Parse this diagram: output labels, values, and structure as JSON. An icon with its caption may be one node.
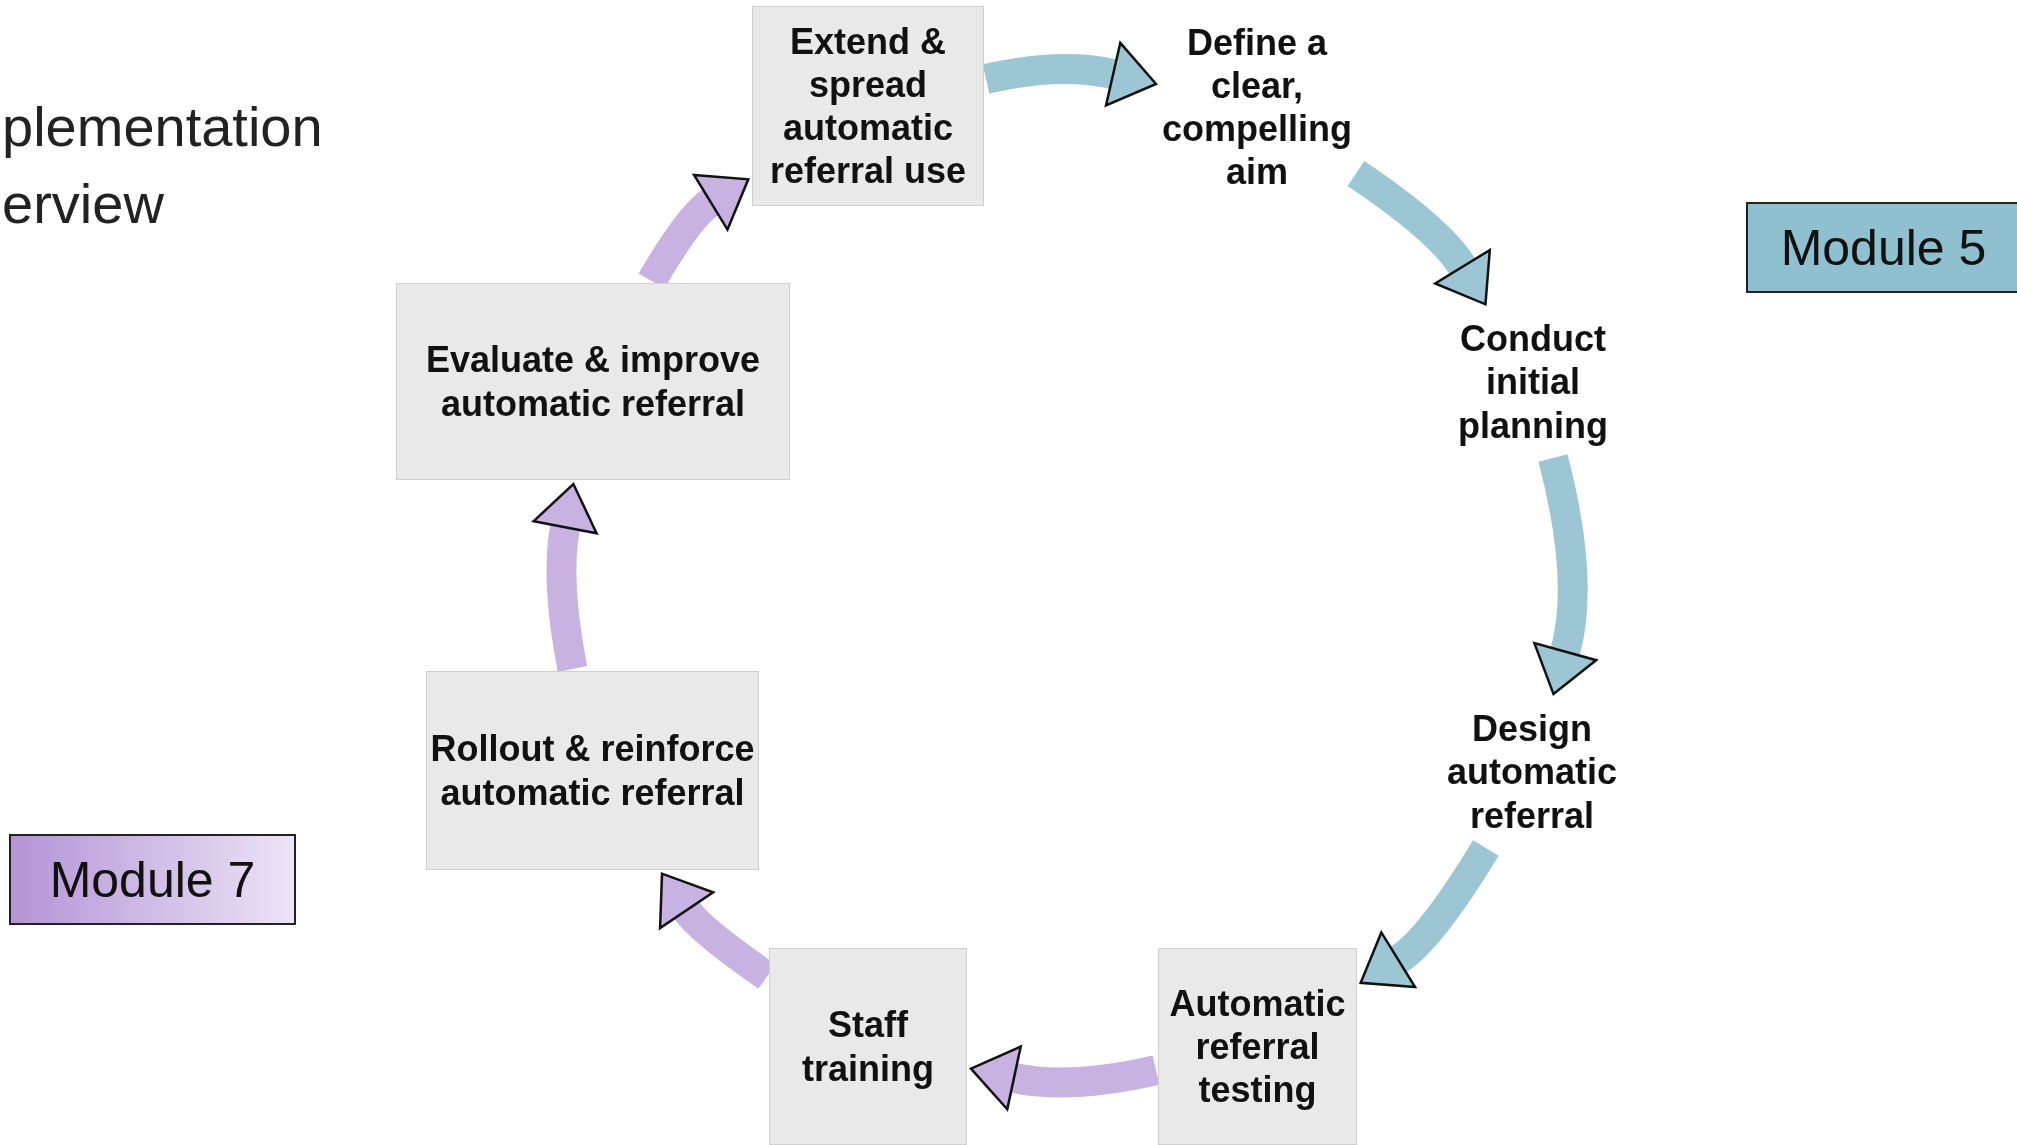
{
  "diagram": {
    "title": "plementation erview",
    "nodes": [
      {
        "text": [
          "Extend & spread automatic referral use"
        ]
      },
      {
        "text": [
          "Define a clear, compelling aim"
        ]
      },
      {
        "text": [
          "Conduct initial planning"
        ]
      },
      {
        "text": [
          "Design automatic referral"
        ]
      },
      {
        "text": [
          "Automatic referral testing"
        ]
      },
      {
        "text": [
          "Staff training"
        ]
      },
      {
        "text": [
          "Rollout & reinforce automatic referral"
        ]
      },
      {
        "text": [
          "Evaluate & improve automatic referral"
        ]
      },
      {
        "text": [
          "Module 5"
        ]
      },
      {
        "text": [
          "Module 7"
        ]
      }
    ],
    "edges": [
      {
        "from": 0,
        "to": 1,
        "arrow": "to",
        "color": "#9cc6d4"
      },
      {
        "from": 1,
        "to": 2,
        "arrow": "to",
        "color": "#9cc6d4"
      },
      {
        "from": 2,
        "to": 3,
        "arrow": "to",
        "color": "#9cc6d4"
      },
      {
        "from": 3,
        "to": 4,
        "arrow": "to",
        "color": "#9cc6d4"
      },
      {
        "from": 4,
        "to": 5,
        "arrow": "to",
        "color": "#c8b2e2"
      },
      {
        "from": 5,
        "to": 6,
        "arrow": "to",
        "color": "#c8b2e2"
      },
      {
        "from": 6,
        "to": 7,
        "arrow": "to",
        "color": "#c8b2e2"
      },
      {
        "from": 7,
        "to": 0,
        "arrow": "to",
        "color": "#c8b2e2"
      }
    ]
  }
}
